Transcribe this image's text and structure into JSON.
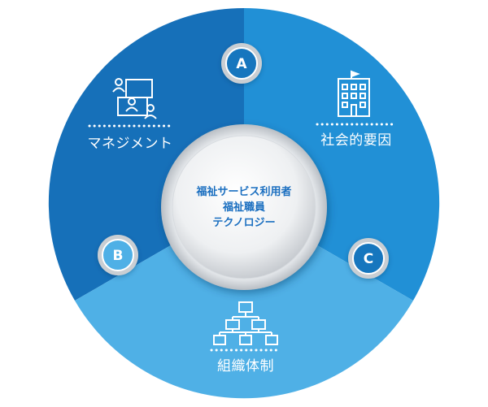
{
  "diagram": {
    "center_lines": [
      "福祉サービス利用者",
      "福祉職員",
      "テクノロジー"
    ],
    "segments": [
      {
        "badge": "A",
        "label": "社会的要因",
        "icon": "building-icon",
        "color": "#2190d6"
      },
      {
        "badge": "B",
        "label": "マネジメント",
        "icon": "org-people-icon",
        "color": "#1670b9"
      },
      {
        "badge": "C",
        "label": "組織体制",
        "icon": "hierarchy-icon",
        "color": "#4fb0e6"
      }
    ],
    "colors": {
      "badge_outer": "#c9ced3",
      "badge_inner": "#1676be",
      "center_text": "#1b6fc0"
    }
  }
}
